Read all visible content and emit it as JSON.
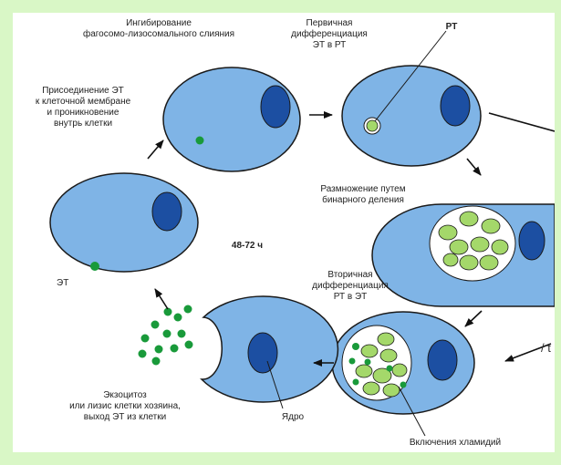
{
  "labels": {
    "inhibition": "Ингибирование\nфагосомо-лизосомального слияния",
    "primary": "Первичная\nдифференциация\nЭТ в РТ",
    "rt": "РТ",
    "attachment": "Присоединение ЭТ\nк клеточной мембране\nи проникновение\nвнутрь клетки",
    "multiplication": "Размножение путем\nбинарного деления",
    "time": "48-72 ч",
    "et": "ЭТ",
    "secondary": "Вторичная\nдифференциация\nРТ в ЭТ",
    "exocytosis": "Экзоцитоз\nили лизис клетки хозяина,\nвыход ЭТ из клетки",
    "nucleus": "Ядро",
    "inclusions": "Включения хламидий"
  },
  "colors": {
    "background": "#d9f7c6",
    "cell": "#7fb4e6",
    "nucleus": "#1c4fa2",
    "vacuole": "#ffffff",
    "rt": "#a4d86a",
    "et": "#199a3a",
    "outline": "#1a1a1a"
  }
}
